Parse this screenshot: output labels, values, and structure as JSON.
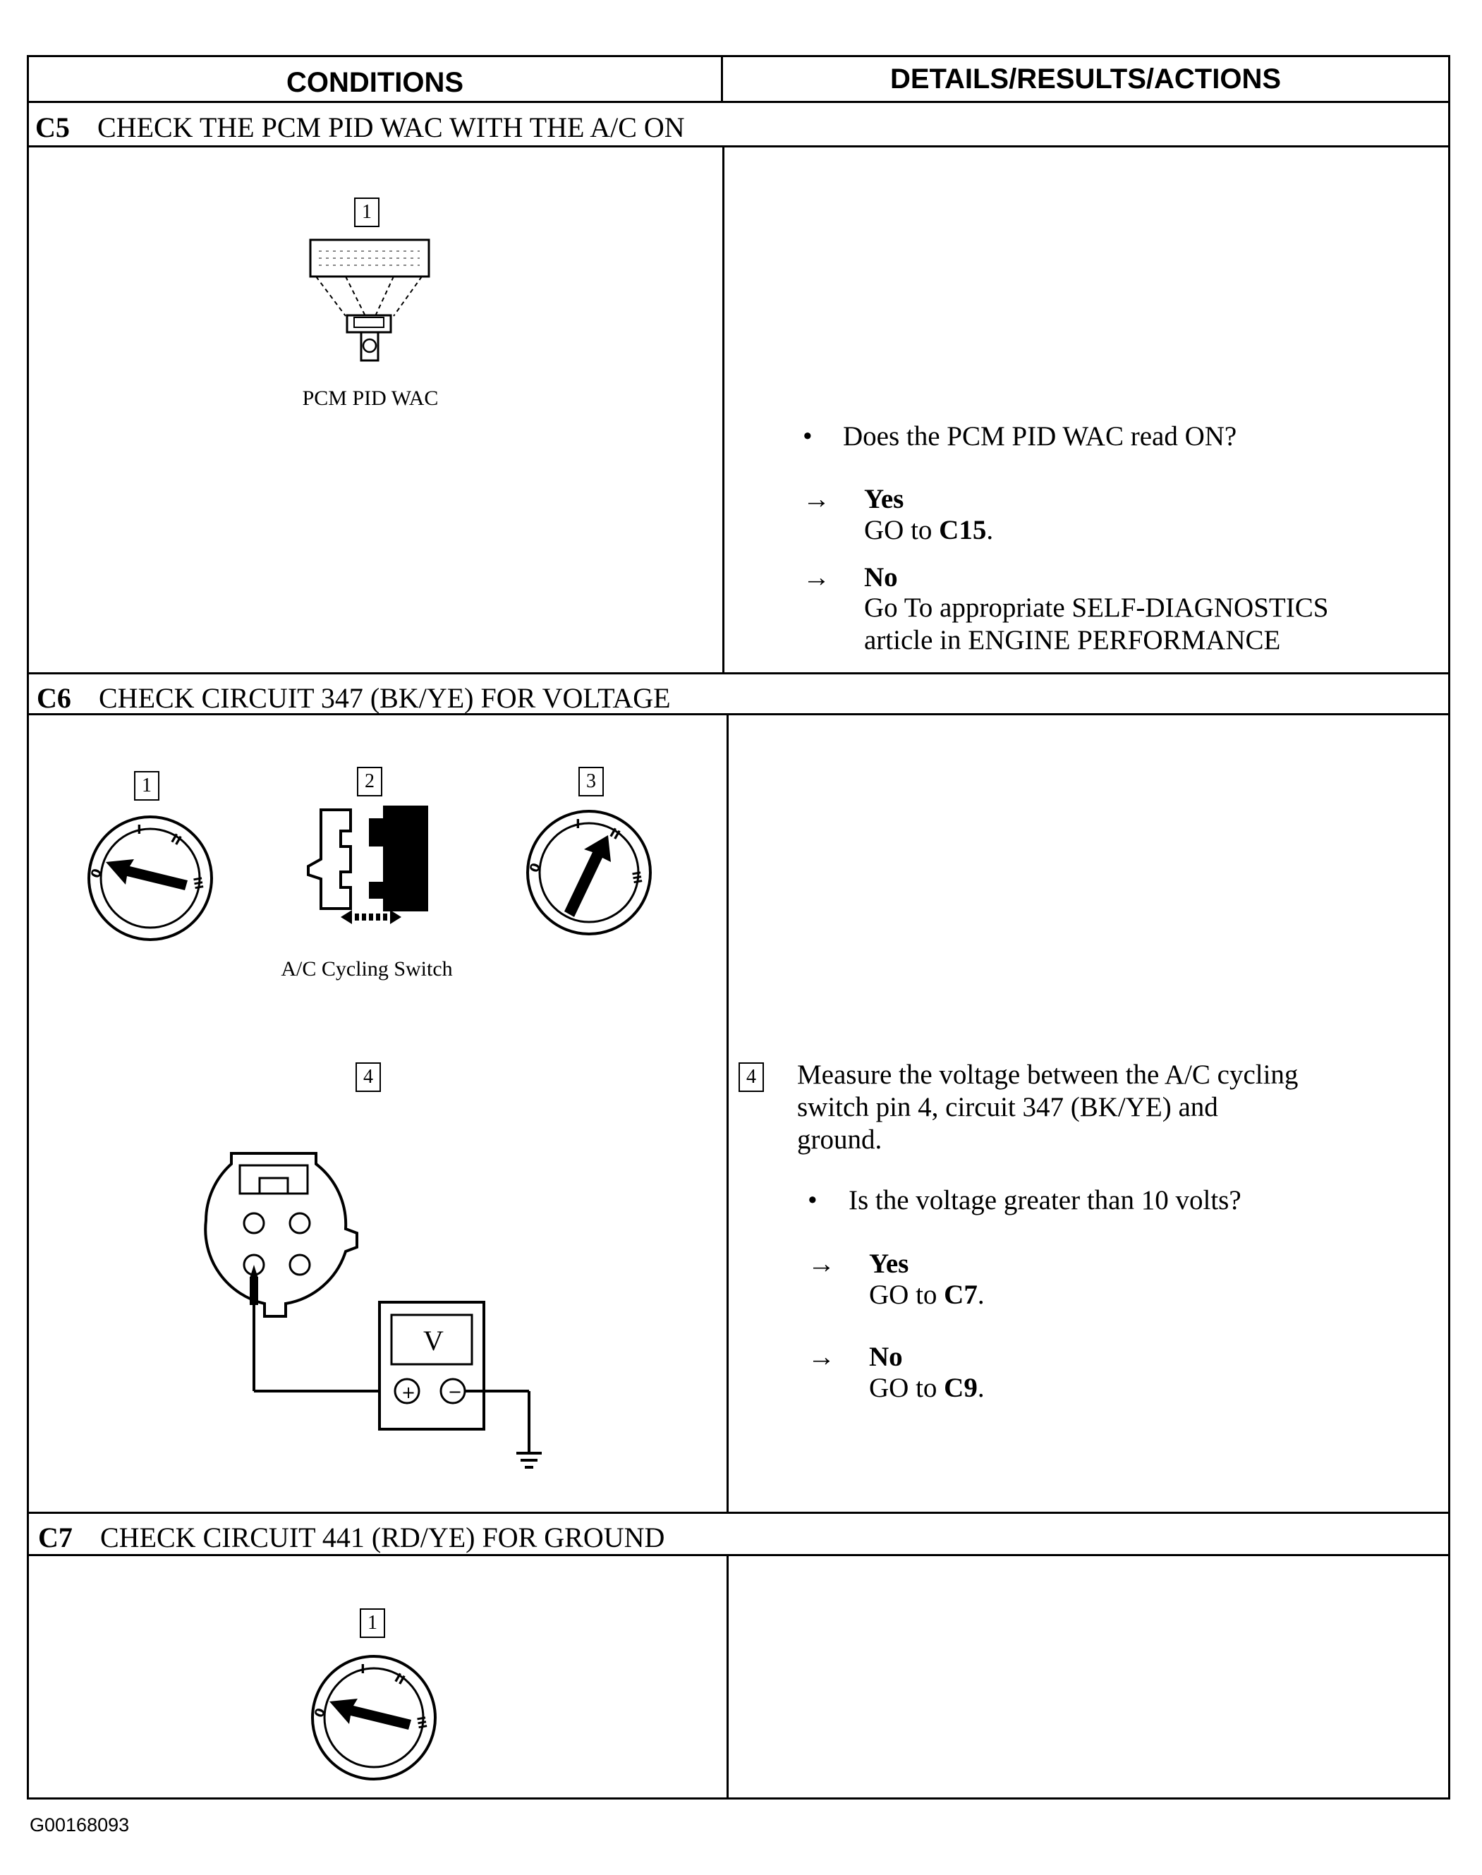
{
  "columns": {
    "conditions": "CONDITIONS",
    "details": "DETAILS/RESULTS/ACTIONS"
  },
  "c5": {
    "id": "C5",
    "title": "CHECK THE PCM PID WAC WITH THE A/C ON",
    "step_1": "1",
    "caption": "PCM PID WAC",
    "bullet": "•",
    "question": "Does the PCM PID WAC read ON?",
    "arrow": "→",
    "yes_label": "Yes",
    "yes_goto_prefix": "GO to ",
    "yes_goto_target": "C15",
    "yes_goto_suffix": ".",
    "no_label": "No",
    "no_line1": "Go To appropriate SELF-DIAGNOSTICS",
    "no_line2": "article in ENGINE PERFORMANCE"
  },
  "c6": {
    "id": "C6",
    "title": "CHECK CIRCUIT 347 (BK/YE) FOR VOLTAGE",
    "step_1": "1",
    "step_2": "2",
    "step_3": "3",
    "step_4": "4",
    "caption": "A/C Cycling Switch",
    "dial_labels": {
      "pos0": "0",
      "pos1": "I",
      "pos2": "II",
      "pos3": "III"
    },
    "meter": {
      "display": "V",
      "plus": "+",
      "minus": "−"
    },
    "measure_line1": "Measure the voltage between the A/C cycling",
    "measure_line2": "switch pin 4, circuit 347 (BK/YE) and",
    "measure_line3": "ground.",
    "bullet": "•",
    "question": "Is the voltage greater than 10 volts?",
    "arrow": "→",
    "yes_label": "Yes",
    "yes_goto_prefix": "GO to ",
    "yes_goto_target": "C7",
    "yes_goto_suffix": ".",
    "no_label": "No",
    "no_goto_prefix": "GO to ",
    "no_goto_target": "C9",
    "no_goto_suffix": "."
  },
  "c7": {
    "id": "C7",
    "title": "CHECK CIRCUIT 441 (RD/YE) FOR GROUND",
    "step_1": "1"
  },
  "footer": {
    "ref": "G00168093"
  }
}
